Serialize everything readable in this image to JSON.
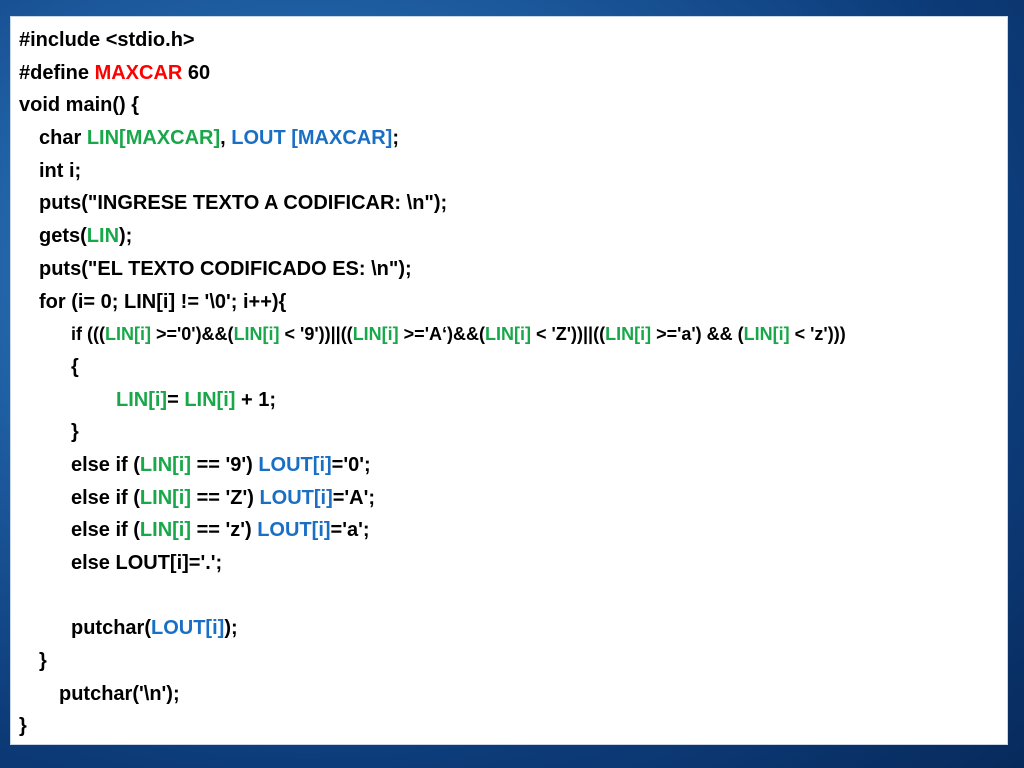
{
  "colors": {
    "macro": "#ff0000",
    "lin": "#18a84a",
    "lout": "#1a6fc4",
    "text": "#000000",
    "background": "#ffffff"
  },
  "lines": [
    {
      "indent": 0,
      "size": "normal",
      "tokens": [
        {
          "t": "#include <stdio.h>",
          "c": "plain"
        }
      ]
    },
    {
      "indent": 0,
      "size": "normal",
      "tokens": [
        {
          "t": "#define ",
          "c": "plain"
        },
        {
          "t": "MAXCAR",
          "c": "red"
        },
        {
          "t": " 60",
          "c": "plain"
        }
      ]
    },
    {
      "indent": 0,
      "size": "normal",
      "tokens": [
        {
          "t": "void main() {",
          "c": "plain"
        }
      ]
    },
    {
      "indent": 1,
      "size": "normal",
      "tokens": [
        {
          "t": "char ",
          "c": "plain"
        },
        {
          "t": "LIN[MAXCAR]",
          "c": "green"
        },
        {
          "t": ", ",
          "c": "plain"
        },
        {
          "t": "LOUT [MAXCAR]",
          "c": "blue"
        },
        {
          "t": ";",
          "c": "plain"
        }
      ]
    },
    {
      "indent": 1,
      "size": "normal",
      "tokens": [
        {
          "t": "int i;",
          "c": "plain"
        }
      ]
    },
    {
      "indent": 1,
      "size": "normal",
      "tokens": [
        {
          "t": "puts(\"INGRESE TEXTO A CODIFICAR: \\n\");",
          "c": "plain"
        }
      ]
    },
    {
      "indent": 1,
      "size": "normal",
      "tokens": [
        {
          "t": "gets(",
          "c": "plain"
        },
        {
          "t": "LIN",
          "c": "green"
        },
        {
          "t": ");",
          "c": "plain"
        }
      ]
    },
    {
      "indent": 1,
      "size": "normal",
      "tokens": [
        {
          "t": "puts(\"EL TEXTO CODIFICADO ES: \\n\");",
          "c": "plain"
        }
      ]
    },
    {
      "indent": 1,
      "size": "normal",
      "tokens": [
        {
          "t": "for (i= 0; LIN[i] != '\\0'; i++){",
          "c": "plain"
        }
      ]
    },
    {
      "indent": 2,
      "size": "small",
      "tokens": [
        {
          "t": "if (((",
          "c": "plain"
        },
        {
          "t": "LIN[i]",
          "c": "green"
        },
        {
          "t": " >='0')&&(",
          "c": "plain"
        },
        {
          "t": "LIN[i]",
          "c": "green"
        },
        {
          "t": " < '9'))||((",
          "c": "plain"
        },
        {
          "t": "LIN[i]",
          "c": "green"
        },
        {
          "t": " >='A‘)&&(",
          "c": "plain"
        },
        {
          "t": "LIN[i]",
          "c": "green"
        },
        {
          "t": " < 'Z'))||((",
          "c": "plain"
        },
        {
          "t": "LIN[i]",
          "c": "green"
        },
        {
          "t": " >='a') && (",
          "c": "plain"
        },
        {
          "t": "LIN[i]",
          "c": "green"
        },
        {
          "t": " < 'z')))",
          "c": "plain"
        }
      ]
    },
    {
      "indent": 2,
      "size": "normal",
      "tokens": [
        {
          "t": "{",
          "c": "plain"
        }
      ]
    },
    {
      "indent": 3,
      "size": "normal",
      "tokens": [
        {
          "t": "LIN[i]",
          "c": "green"
        },
        {
          "t": "= ",
          "c": "plain"
        },
        {
          "t": "LIN[i]",
          "c": "green"
        },
        {
          "t": " + 1;",
          "c": "plain"
        }
      ]
    },
    {
      "indent": 2,
      "size": "normal",
      "tokens": [
        {
          "t": "}",
          "c": "plain"
        }
      ]
    },
    {
      "indent": 2,
      "size": "normal",
      "tokens": [
        {
          "t": "else if (",
          "c": "plain"
        },
        {
          "t": "LIN[i]",
          "c": "green"
        },
        {
          "t": " == '9') ",
          "c": "plain"
        },
        {
          "t": "LOUT[i]",
          "c": "blue"
        },
        {
          "t": "='0';",
          "c": "plain"
        }
      ]
    },
    {
      "indent": 2,
      "size": "normal",
      "tokens": [
        {
          "t": "else if (",
          "c": "plain"
        },
        {
          "t": "LIN[i]",
          "c": "green"
        },
        {
          "t": " == 'Z') ",
          "c": "plain"
        },
        {
          "t": "LOUT[i]",
          "c": "blue"
        },
        {
          "t": "='A';",
          "c": "plain"
        }
      ]
    },
    {
      "indent": 2,
      "size": "normal",
      "tokens": [
        {
          "t": "else if (",
          "c": "plain"
        },
        {
          "t": "LIN[i]",
          "c": "green"
        },
        {
          "t": " == 'z') ",
          "c": "plain"
        },
        {
          "t": "LOUT[i]",
          "c": "blue"
        },
        {
          "t": "='a';",
          "c": "plain"
        }
      ]
    },
    {
      "indent": 2,
      "size": "normal",
      "tokens": [
        {
          "t": "else LOUT[i]='.';",
          "c": "plain"
        }
      ]
    },
    {
      "indent": 2,
      "size": "normal",
      "tokens": [
        {
          "t": "",
          "c": "plain"
        }
      ]
    },
    {
      "indent": 2,
      "size": "normal",
      "tokens": [
        {
          "t": "putchar(",
          "c": "plain"
        },
        {
          "t": "LOUT[i]",
          "c": "blue"
        },
        {
          "t": ");",
          "c": "plain"
        }
      ]
    },
    {
      "indent": 1,
      "size": "normal",
      "tokens": [
        {
          "t": "}",
          "c": "plain"
        }
      ]
    },
    {
      "indent": 4,
      "size": "normal",
      "tokens": [
        {
          "t": "putchar('\\n');",
          "c": "plain"
        }
      ]
    },
    {
      "indent": 0,
      "size": "normal",
      "tokens": [
        {
          "t": "}",
          "c": "plain"
        }
      ]
    }
  ]
}
